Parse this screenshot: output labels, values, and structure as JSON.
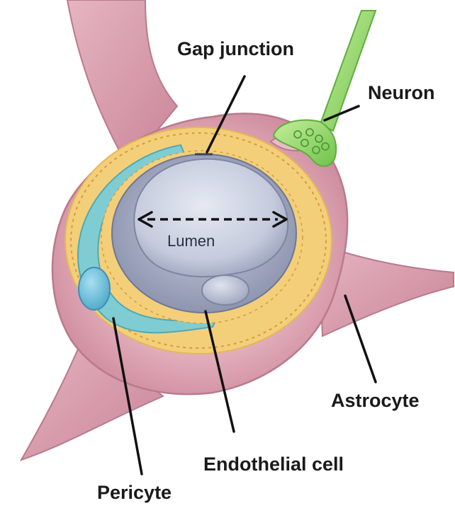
{
  "labels": {
    "gap_junction": "Gap junction",
    "neuron": "Neuron",
    "lumen": "Lumen",
    "astrocyte": "Astrocyte",
    "endothelial_cell": "Endothelial cell",
    "pericyte": "Pericyte"
  },
  "colors": {
    "astrocyte": "#d998a8",
    "basement_membrane": "#f3cf7a",
    "pericyte": "#7fcdd3",
    "endothelial": "#aab2c8",
    "lumen": "#c7cde0",
    "neuron": "#8ed66a"
  }
}
